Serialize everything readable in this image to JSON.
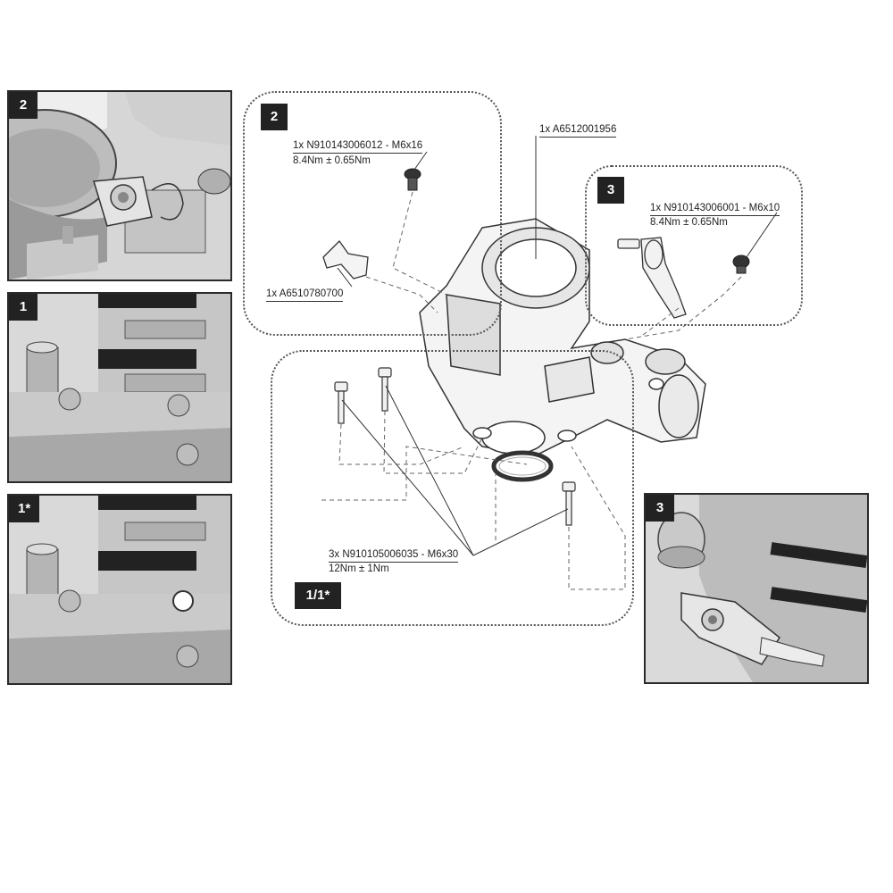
{
  "panels": {
    "left_top": {
      "badge": "2"
    },
    "left_mid": {
      "badge": "1"
    },
    "left_bottom": {
      "badge": "1*"
    },
    "right": {
      "badge": "3"
    }
  },
  "zones": {
    "zone_2": {
      "badge": "2"
    },
    "zone_3": {
      "badge": "3"
    },
    "zone_1": {
      "badge": "1/1*"
    }
  },
  "labels": {
    "bolt_m6x16_part": "1x N910143006012 - M6x16",
    "bolt_m6x16_torque": "8.4Nm ± 0.65Nm",
    "clip_part": "1x A6510780700",
    "housing_part": "1x A6512001956",
    "bolt_m6x10_part": "1x N910143006001 - M6x10",
    "bolt_m6x10_torque": "8.4Nm ± 0.65Nm",
    "bolts_m6x30_part": "3x N910105006035 - M6x30",
    "bolts_m6x30_torque": "12Nm ± 1Nm"
  }
}
